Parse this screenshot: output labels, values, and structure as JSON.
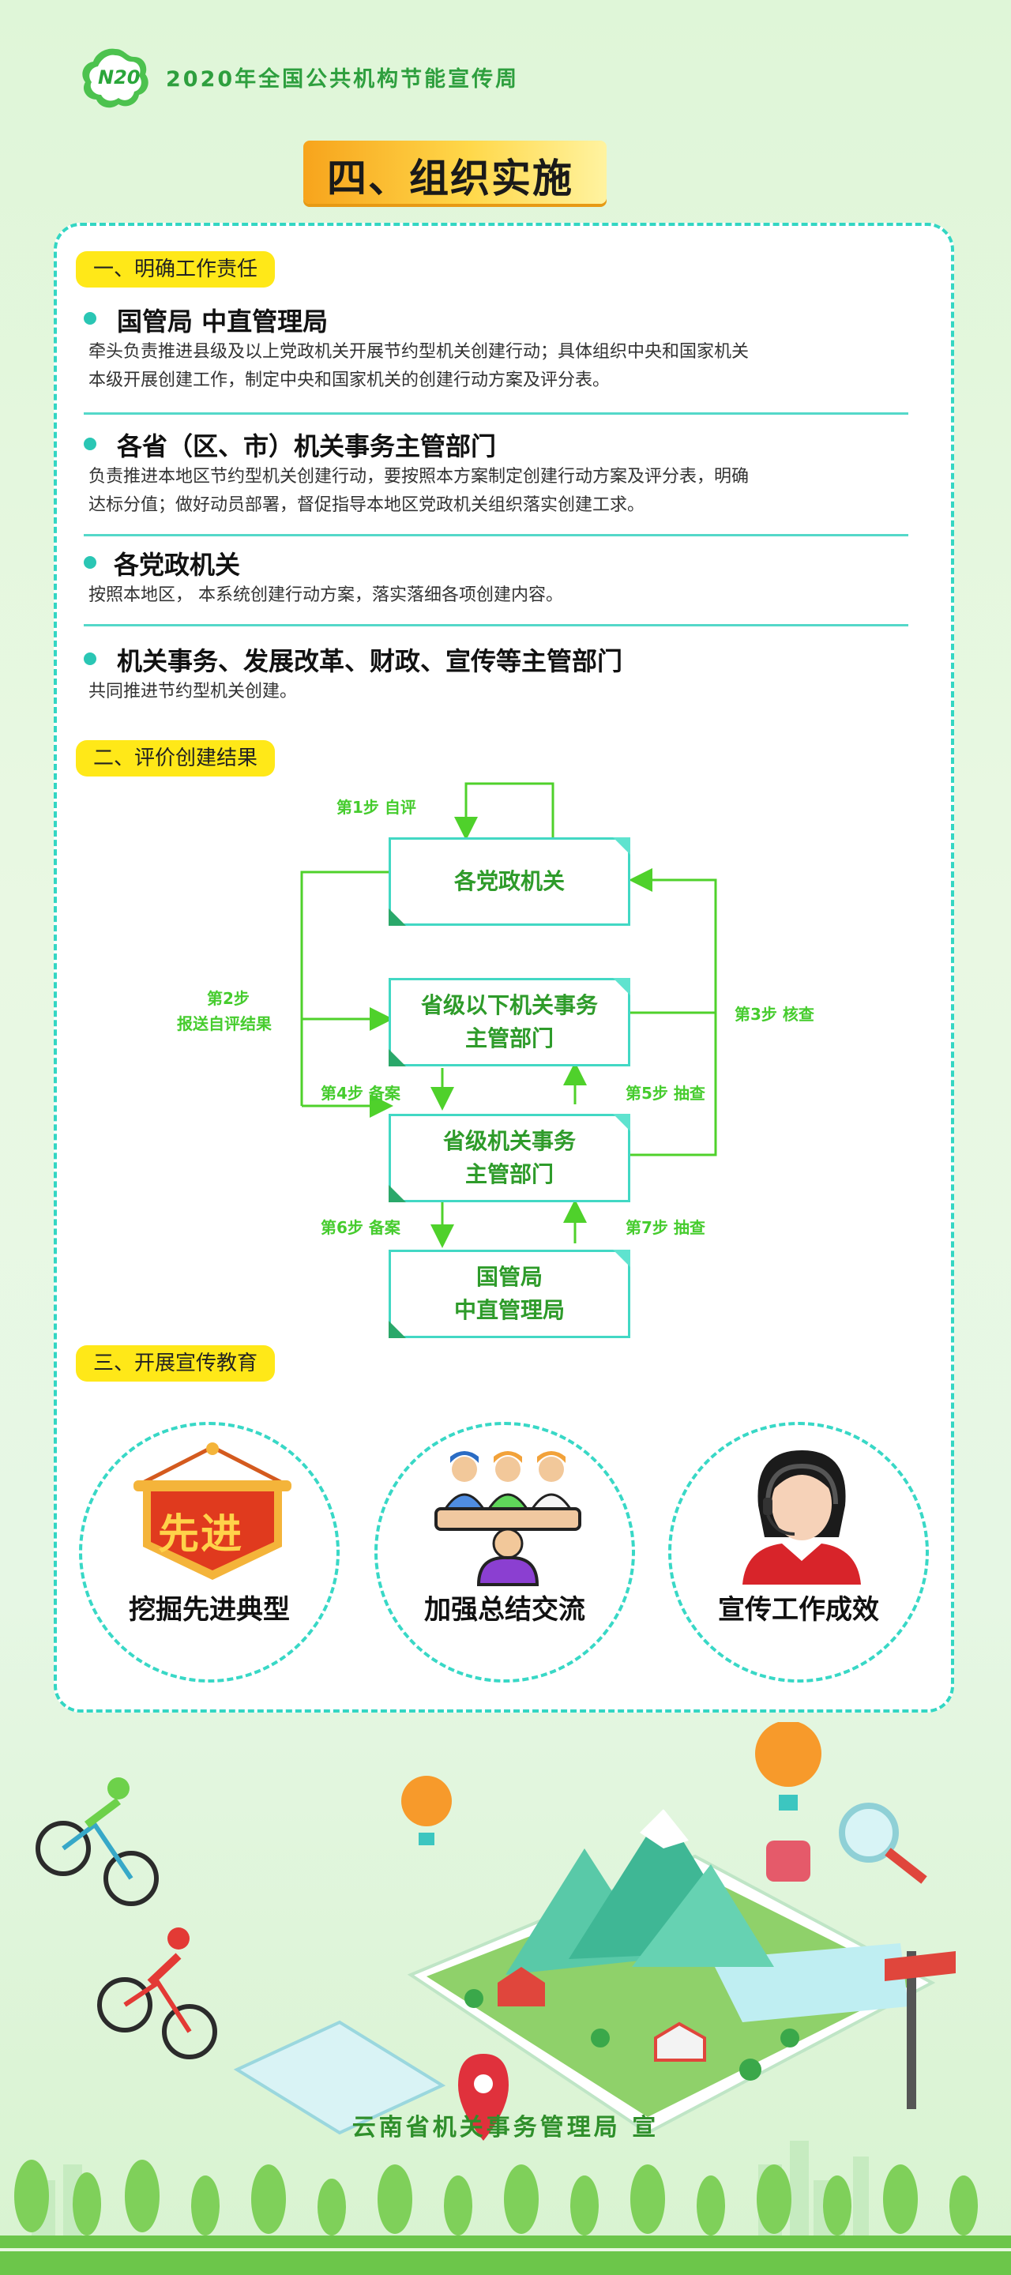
{
  "header": {
    "logo_text": "N20",
    "title": "2020年全国公共机构节能宣传周",
    "section_title": "四、组织实施"
  },
  "part1": {
    "tag": "一、明确工作责任",
    "items": [
      {
        "heading": "国管局 中直管理局",
        "lines": [
          "牵头负责推进县级及以上党政机关开展节约型机关创建行动；具体组织中央和国家机关",
          "本级开展创建工作，制定中央和国家机关的创建行动方案及评分表。"
        ]
      },
      {
        "heading": "各省（区、市）机关事务主管部门",
        "lines": [
          "负责推进本地区节约型机关创建行动，要按照本方案制定创建行动方案及评分表，明确",
          "达标分值；做好动员部署，督促指导本地区党政机关组织落实创建工求。"
        ]
      },
      {
        "heading": "各党政机关",
        "lines": [
          "按照本地区， 本系统创建行动方案，落实落细各项创建内容。"
        ]
      },
      {
        "heading": "机关事务、发展改革、财政、宣传等主管部门",
        "lines": [
          "共同推进节约型机关创建。"
        ]
      }
    ]
  },
  "part2": {
    "tag": "二、评价创建结果",
    "boxes": [
      "各党政机关",
      "省级以下机关事务",
      "主管部门",
      "省级机关事务",
      "主管部门",
      "国管局",
      "中直管理局"
    ],
    "steps": {
      "s1": "第1步  自评",
      "s2a": "第2步",
      "s2b": "报送自评结果",
      "s3": "第3步  核查",
      "s4": "第4步  备案",
      "s5": "第5步  抽查",
      "s6": "第6步  备案",
      "s7": "第7步  抽查"
    }
  },
  "part3": {
    "tag": "三、开展宣传教育",
    "badge_text": "先进",
    "items": [
      "挖掘先进典型",
      "加强总结交流",
      "宣传工作成效"
    ]
  },
  "footer": {
    "text": "云南省机关事务管理局  宣"
  },
  "colors": {
    "accent_teal": "#33d6c3",
    "accent_green": "#2e9f3e",
    "tag_yellow": "#ffe818",
    "banner_orange": "#f7a41c"
  }
}
